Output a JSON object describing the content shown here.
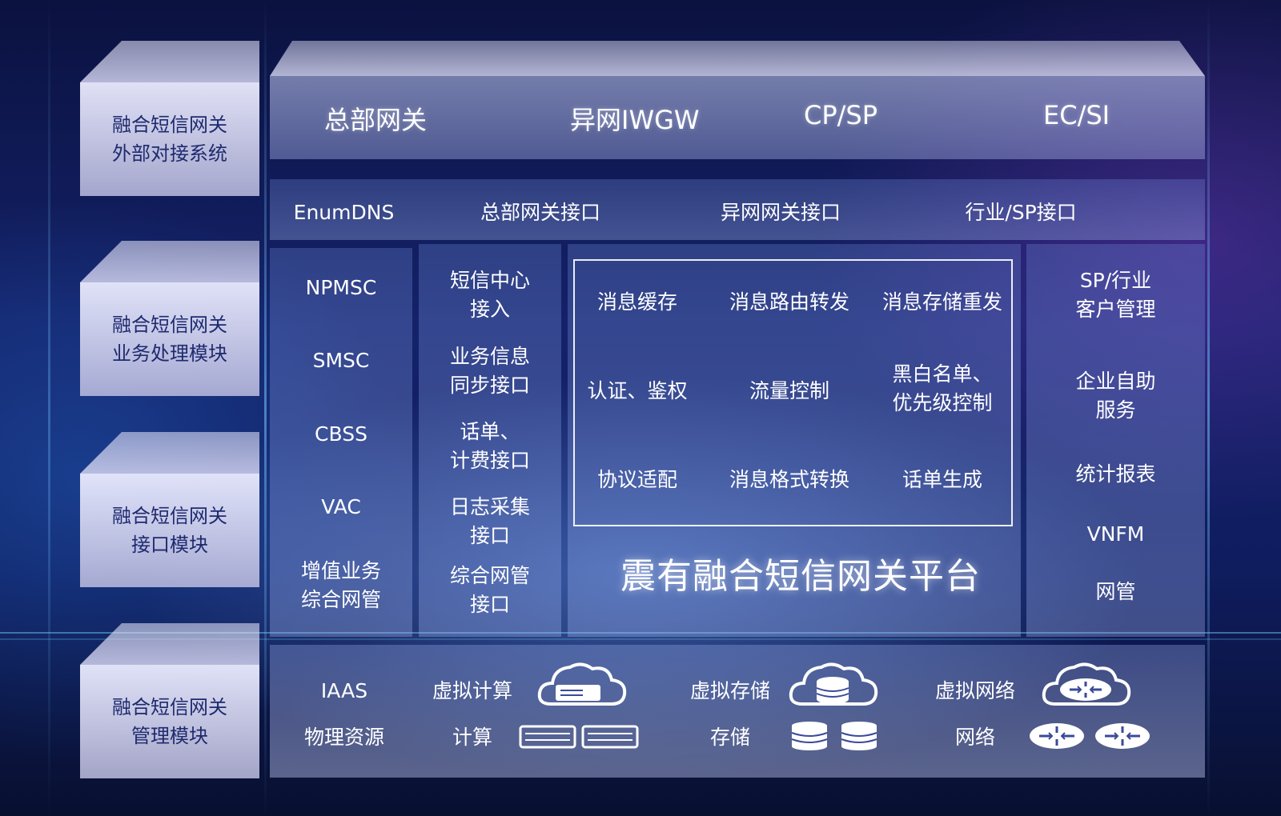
{
  "left_modules": [
    {
      "line1": "融合短信网关",
      "line2": "外部对接系统"
    },
    {
      "line1": "融合短信网关",
      "line2": "业务处理模块"
    },
    {
      "line1": "融合短信网关",
      "line2": "接口模块"
    },
    {
      "line1": "融合短信网关",
      "line2": "管理模块"
    }
  ],
  "external": [
    "总部网关",
    "异网IWGW",
    "CP/SP",
    "EC/SI"
  ],
  "interfaces": {
    "enumdns": "EnumDNS",
    "items": [
      "总部网关接口",
      "异网网关接口",
      "行业/SP接口"
    ]
  },
  "col1": [
    "NPMSC",
    "SMSC",
    "CBSS",
    "VAC",
    [
      "增值业务",
      "综合网管"
    ]
  ],
  "col2": [
    [
      "短信中心",
      "接入"
    ],
    [
      "业务信息",
      "同步接口"
    ],
    [
      "话单、",
      "计费接口"
    ],
    [
      "日志采集",
      "接口"
    ],
    [
      "综合网管",
      "接口"
    ]
  ],
  "core_grid": [
    [
      "消息缓存",
      "消息路由转发",
      "消息存储重发"
    ],
    [
      "认证、鉴权",
      "流量控制",
      [
        "黑白名单、",
        "优先级控制"
      ]
    ],
    [
      "协议适配",
      "消息格式转换",
      "话单生成"
    ]
  ],
  "platform_title": "震有融合短信网关平台",
  "right_col": [
    [
      "SP/行业",
      "客户管理"
    ],
    [
      "企业自助",
      "服务"
    ],
    "统计报表",
    "VNFM",
    "网管"
  ],
  "infra": {
    "iaas": "IAAS",
    "virtual_compute": "虚拟计算",
    "virtual_storage": "虚拟存储",
    "virtual_network": "虚拟网络",
    "physical": "物理资源",
    "compute": "计算",
    "storage": "存储",
    "network": "网络"
  },
  "icons": [
    "cloud-server-icon",
    "cloud-database-icon",
    "cloud-router-icon",
    "server-icon",
    "database-icon",
    "router-icon"
  ]
}
